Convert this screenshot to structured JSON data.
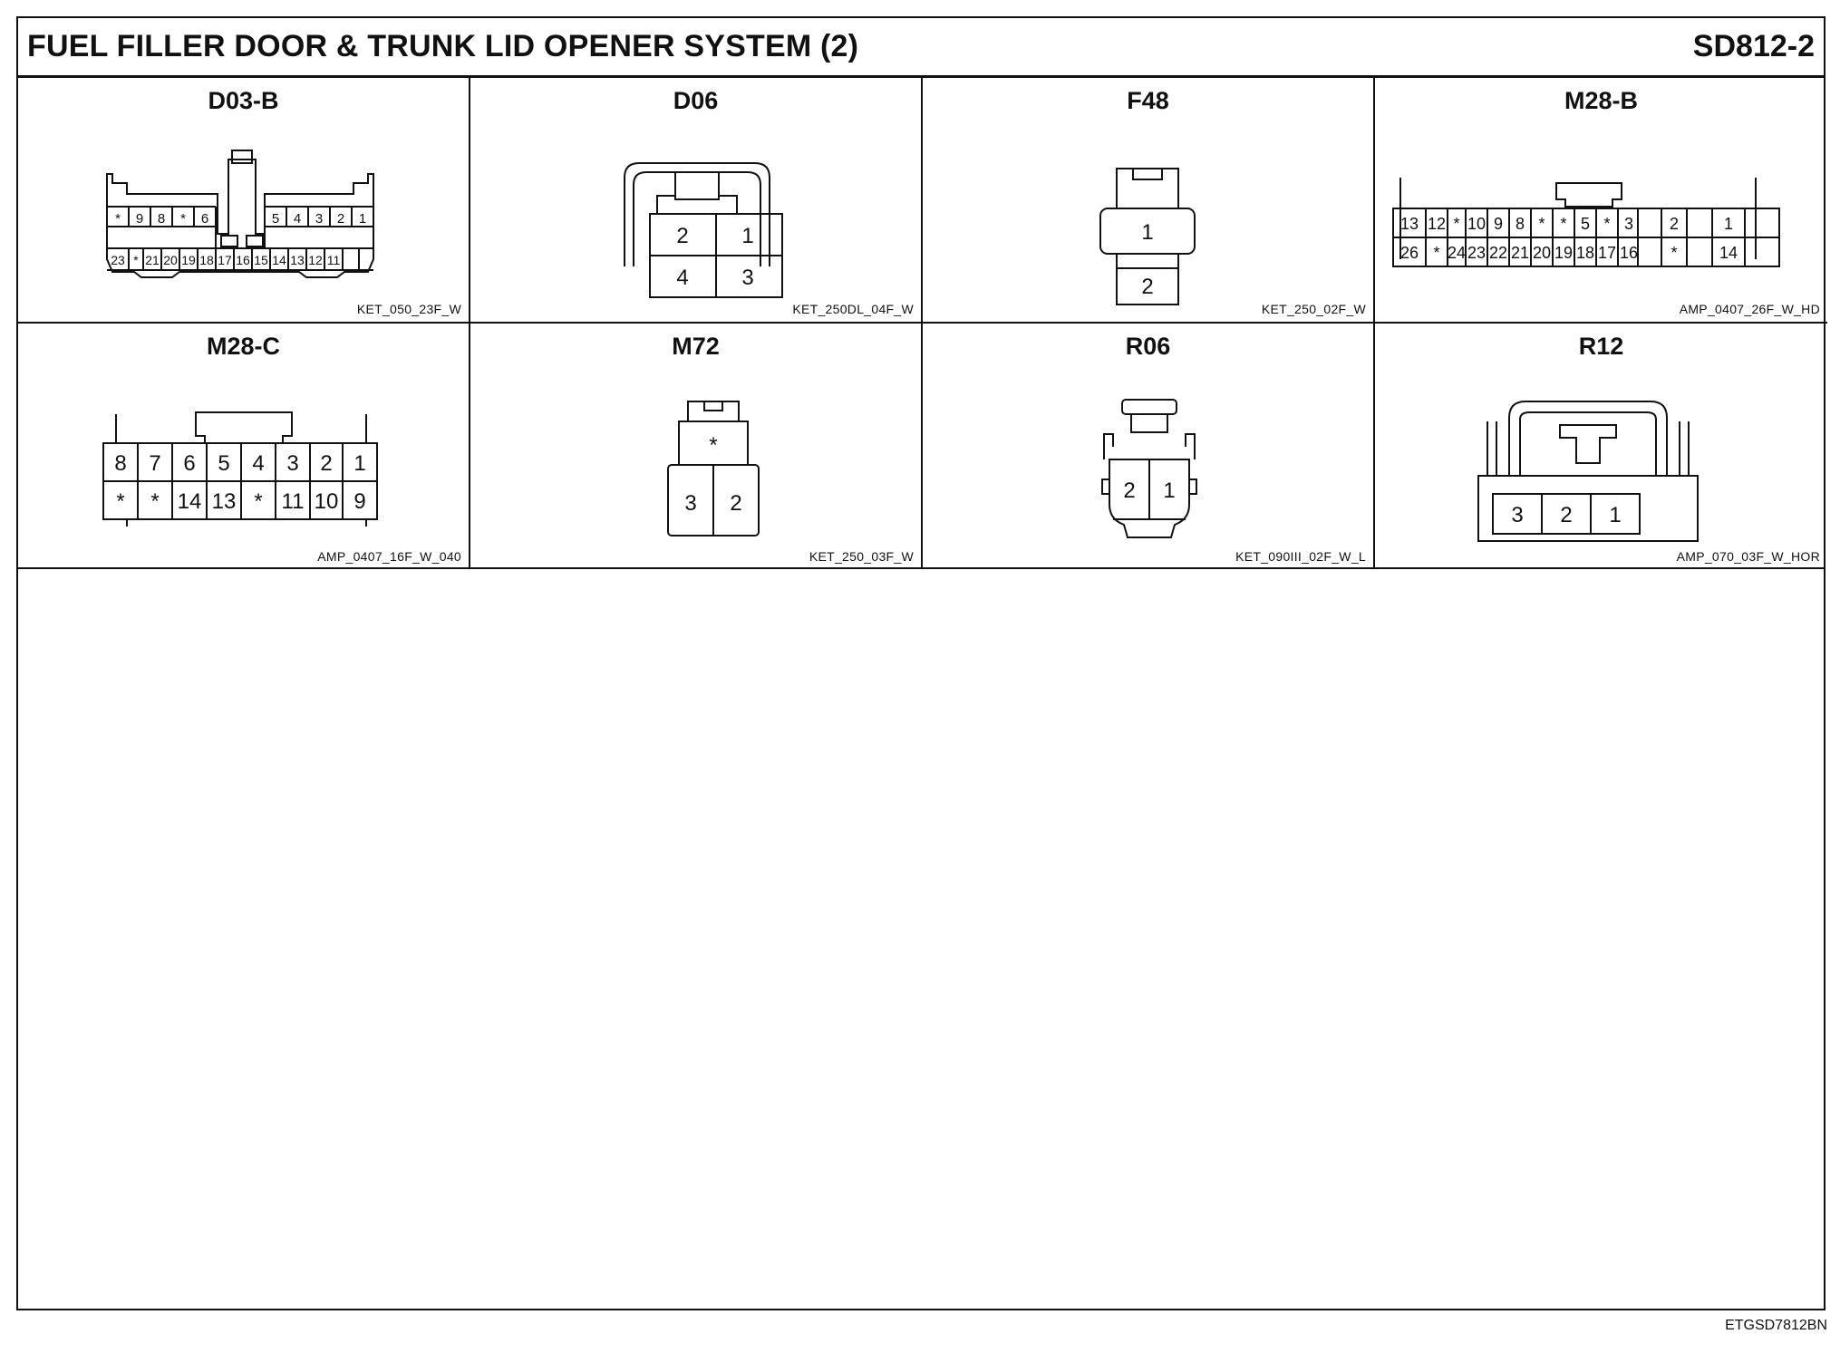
{
  "header": {
    "title": "FUEL FILLER DOOR & TRUNK LID OPENER SYSTEM (2)",
    "page_code": "SD812-2"
  },
  "connectors": [
    {
      "label": "D03-B",
      "part": "KET_050_23F_W",
      "left_top": [
        "*",
        "9",
        "8",
        "*",
        "6"
      ],
      "right_top": [
        "5",
        "4",
        "3",
        "2",
        "1"
      ],
      "left_bottom": [
        "23",
        "*",
        "21",
        "20",
        "19"
      ],
      "mid_bottom": [
        "18",
        "17",
        "16"
      ],
      "right_bottom": [
        "15",
        "14",
        "13",
        "12",
        "11"
      ]
    },
    {
      "label": "D06",
      "part": "KET_250DL_04F_W",
      "top": [
        "2",
        "1"
      ],
      "bottom": [
        "4",
        "3"
      ]
    },
    {
      "label": "F48",
      "part": "KET_250_02F_W",
      "pins": [
        "1",
        "2"
      ]
    },
    {
      "label": "M28-B",
      "part": "AMP_0407_26F_W_HD",
      "top": [
        "13",
        "12",
        "*",
        "10",
        "9",
        "8",
        "*",
        "*",
        "5",
        "*",
        "3",
        "2",
        "1"
      ],
      "bottom": [
        "26",
        "*",
        "24",
        "23",
        "22",
        "21",
        "20",
        "19",
        "18",
        "17",
        "16",
        "*",
        "14"
      ]
    },
    {
      "label": "M28-C",
      "part": "AMP_0407_16F_W_040",
      "top": [
        "8",
        "7",
        "6",
        "5",
        "4",
        "3",
        "2",
        "1"
      ],
      "bottom": [
        "*",
        "*",
        "14",
        "13",
        "*",
        "11",
        "10",
        "9"
      ]
    },
    {
      "label": "M72",
      "part": "KET_250_03F_W",
      "top": [
        "*"
      ],
      "bottom": [
        "3",
        "2"
      ]
    },
    {
      "label": "R06",
      "part": "KET_090III_02F_W_L",
      "pins": [
        "2",
        "1"
      ]
    },
    {
      "label": "R12",
      "part": "AMP_070_03F_W_HOR",
      "pins": [
        "3",
        "2",
        "1"
      ]
    }
  ],
  "footer": {
    "drawing_code": "ETGSD7812BN"
  }
}
